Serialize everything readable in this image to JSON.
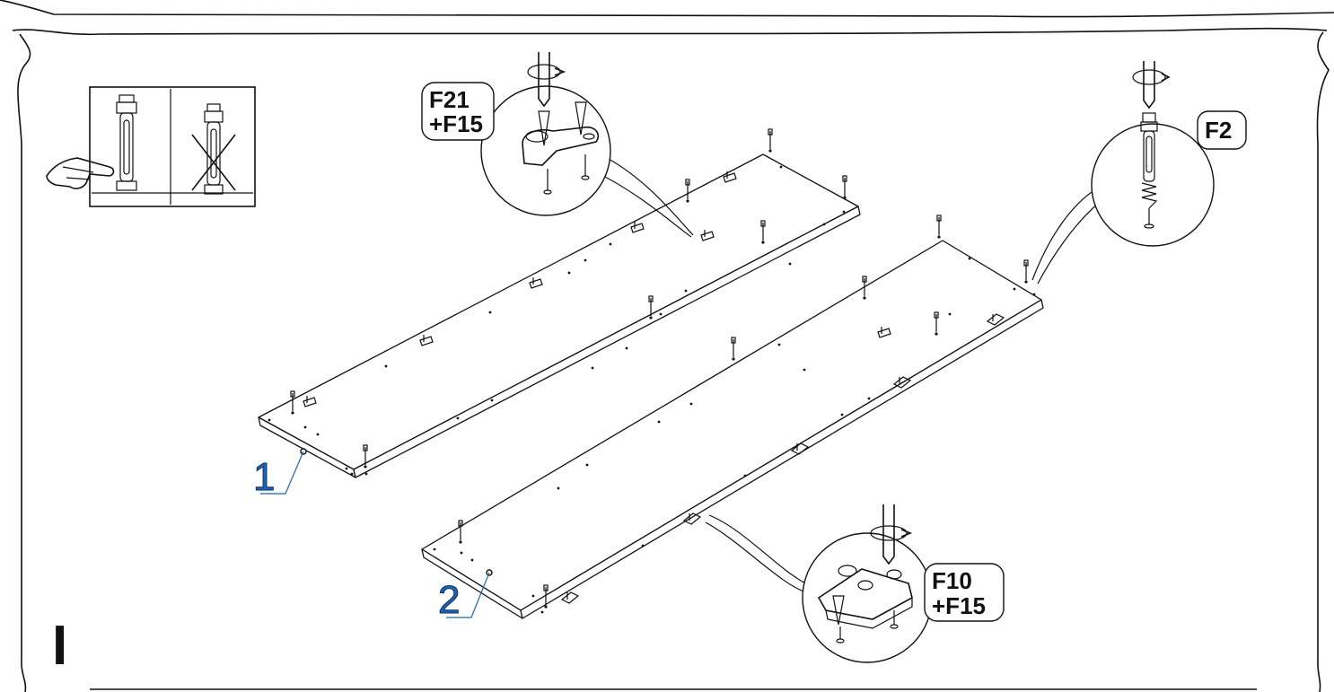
{
  "step": {
    "number": "I"
  },
  "parts": {
    "panel_1": "1",
    "panel_2": "2"
  },
  "callouts": {
    "top_left_detail": {
      "codes": [
        "F21",
        "+F15"
      ],
      "fastener": "cam-lock-bracket",
      "tool": "screwdriver"
    },
    "top_right_detail": {
      "codes": [
        "F2"
      ],
      "fastener": "dowel-bolt",
      "tool": "screwdriver"
    },
    "bottom_detail": {
      "codes": [
        "F10",
        "+F15"
      ],
      "fastener": "hinge-plate",
      "tool": "screwdriver"
    }
  },
  "warning_box": {
    "ok_icon": "correct-dowel-icon",
    "bad_icon": "incorrect-dowel-icon",
    "hand_icon": "pointing-hand-icon"
  },
  "colors": {
    "ink": "#111111",
    "part_label": "#1f64b4"
  }
}
